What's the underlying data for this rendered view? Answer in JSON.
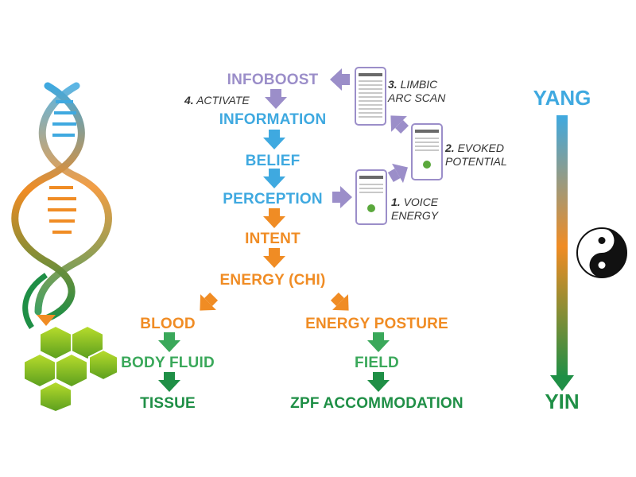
{
  "colors": {
    "purple": "#9b8ec9",
    "blue": "#3fa9e0",
    "orange": "#f08c24",
    "green": "#1f8f46",
    "yang_color": "#3fa9e0",
    "yin_color": "#1f8f46"
  },
  "flow": {
    "infoboost": "INFOBOOST",
    "information": "INFORMATION",
    "belief": "BELIEF",
    "perception": "PERCEPTION",
    "intent": "INTENT",
    "energy_chi": "ENERGY (CHI)",
    "blood": "BLOOD",
    "body_fluid": "BODY FLUID",
    "tissue": "TISSUE",
    "energy_posture": "ENERGY POSTURE",
    "field": "FIELD",
    "zpf_accommodation": "ZPF ACCOMMODATION"
  },
  "steps": {
    "activate_num": "4.",
    "activate_text": "ACTIVATE",
    "limbic_num": "3.",
    "limbic_line1": "LIMBIC",
    "limbic_line2": "ARC SCAN",
    "evoked_num": "2.",
    "evoked_line1": "EVOKED",
    "evoked_line2": "POTENTIAL",
    "voice_num": "1.",
    "voice_line1": "VOICE",
    "voice_line2": "ENERGY"
  },
  "scale": {
    "top": "YANG",
    "bottom": "YIN"
  },
  "icons": {
    "dna": "dna-helix-icon",
    "cells": "hexagon-cells-icon",
    "yin_yang": "yin-yang-icon",
    "phone": "phone-screen-icon"
  }
}
